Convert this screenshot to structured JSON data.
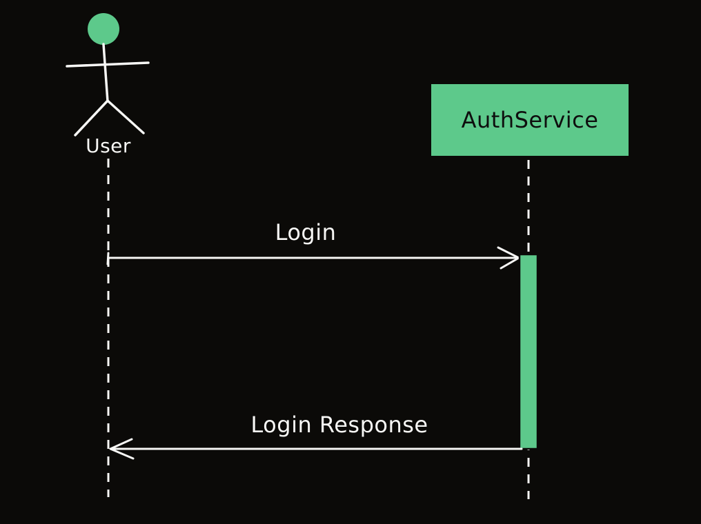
{
  "diagram": {
    "type": "sequence-diagram",
    "participants": {
      "user": {
        "label": "User",
        "kind": "actor"
      },
      "auth_service": {
        "label": "AuthService",
        "kind": "participant"
      }
    },
    "messages": {
      "login": {
        "label": "Login",
        "from": "User",
        "to": "AuthService",
        "direction": "right",
        "line_style": "solid",
        "arrowhead": "open"
      },
      "login_response": {
        "label": "Login Response",
        "from": "AuthService",
        "to": "User",
        "direction": "left",
        "line_style": "solid",
        "arrowhead": "open"
      }
    },
    "activation": {
      "participant": "AuthService",
      "starts_at_message": "Login",
      "ends_at_message": "Login Response"
    },
    "colors": {
      "background": "#0b0a08",
      "fill_green": "#5dc98b",
      "stroke_white": "#f7f7f5",
      "text_on_green": "#0e0e0e"
    }
  }
}
